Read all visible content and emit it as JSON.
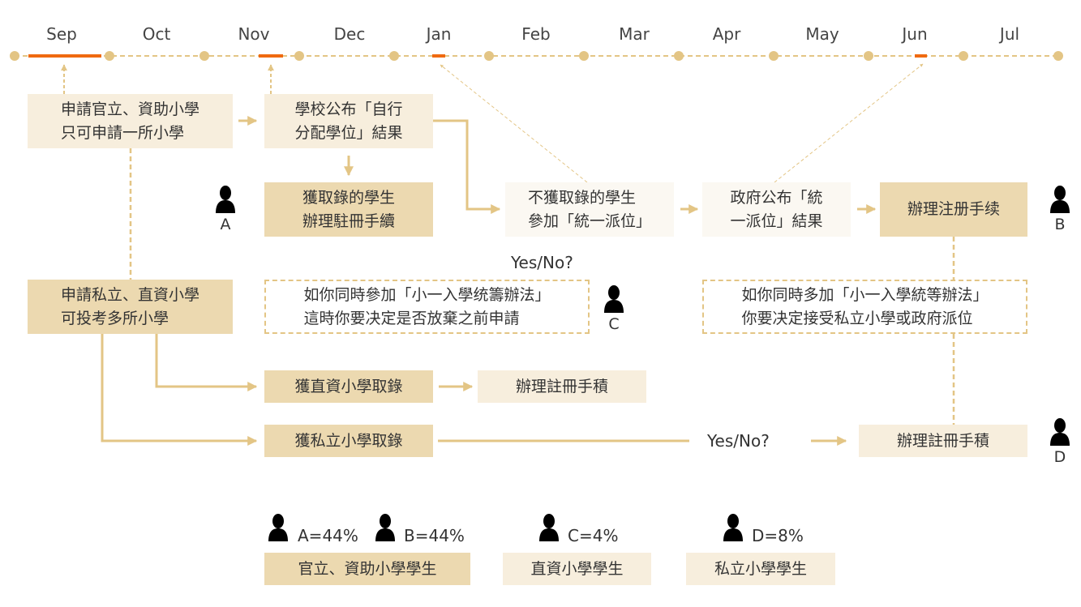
{
  "timeline": {
    "months": [
      "Sep",
      "Oct",
      "Nov",
      "Dec",
      "Jan",
      "Feb",
      "Mar",
      "Apr",
      "May",
      "Jun",
      "Jul"
    ]
  },
  "boxes": {
    "apply_gov": "申請官立、資助小學\n只可申請一所小學",
    "school_announce": "學校公布「自行\n分配學位」結果",
    "admitted_register": "獲取錄的學生\n辦理駐冊手續",
    "not_admitted": "不獲取錄的學生\n參加「統一派位」",
    "gov_announce": "政府公布「統\n一派位」結果",
    "register_b": "辦理注册手续",
    "apply_private": "申請私立、直資小學\n可投考多所小學",
    "note_c": "如你同時參加「小一入學统籌辦法」\n這時你要决定是否放棄之前申請",
    "note_b": "如你同時多加「小一入學統等辦法」\n你要决定接受私立小學或政府派位",
    "dss_admit": "獲直資小學取錄",
    "dss_register": "辦理註冊手積",
    "private_admit": "獲私立小學取錄",
    "private_register": "辦理註冊手積"
  },
  "labels": {
    "yes_no_1": "Yes/No?",
    "yes_no_2": "Yes/No?"
  },
  "persons": {
    "a": "A",
    "b": "B",
    "c": "C",
    "d": "D"
  },
  "legend": {
    "a": "A=44%",
    "b": "B=44%",
    "c": "C=4%",
    "d": "D=8%",
    "gov_students": "官立、資助小學學生",
    "dss_students": "直資小學學生",
    "private_students": "私立小學學生"
  },
  "colors": {
    "accent": "#f06a10",
    "line": "#e3c585",
    "box_light": "#f7eedd",
    "box_dark": "#ecd9b0"
  }
}
